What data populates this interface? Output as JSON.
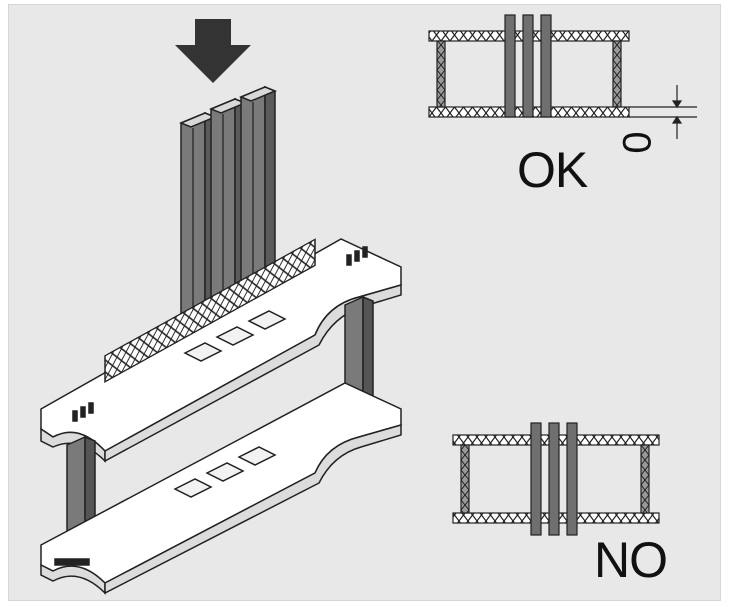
{
  "labels": {
    "ok": "OK",
    "no": "NO",
    "gap_dimension": "0"
  },
  "colors": {
    "background": "#e8e8e8",
    "part_fill": "#ffffff",
    "part_stroke": "#222222",
    "bar_fill": "#6f6f6f",
    "arrow_fill": "#333333"
  },
  "icons": {
    "insert_arrow": "down-arrow-icon"
  }
}
